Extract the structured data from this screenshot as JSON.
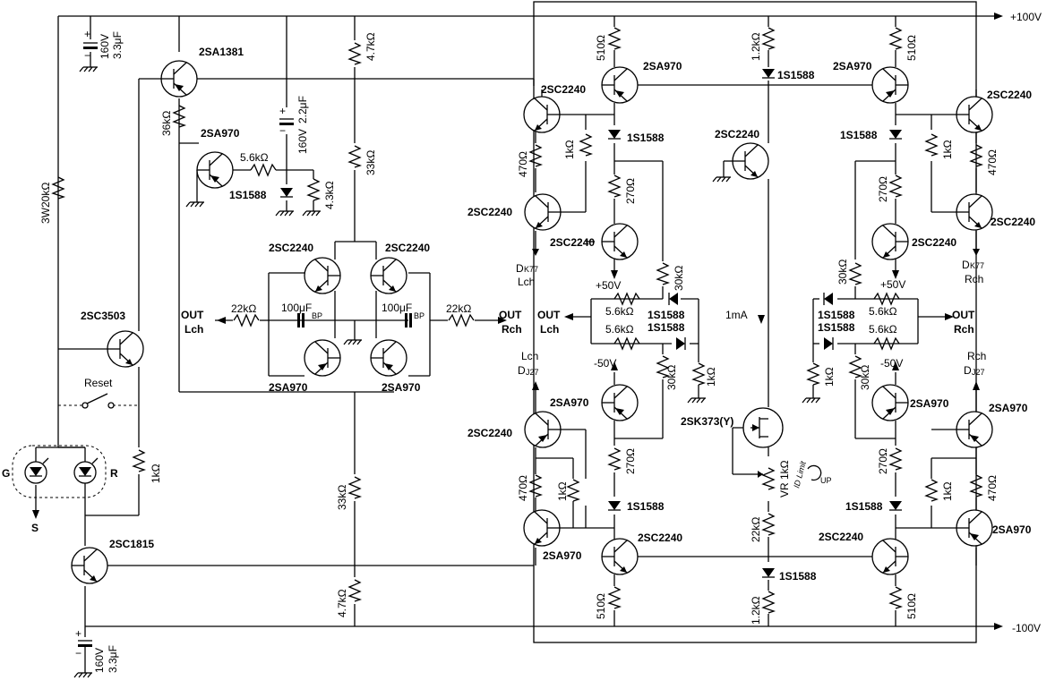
{
  "rails": {
    "pos": "+100V",
    "neg": "-100V",
    "p50": "+50V",
    "n50": "-50V"
  },
  "caps": {
    "top_rating": "160V",
    "top_value": "3.3μF",
    "bot_rating": "160V",
    "bot_value": "3.3μF",
    "mid_rating": "160V",
    "mid_value": "2.2μF",
    "bp_left": "100μF",
    "bp_right": "100μF",
    "bp_tag": "BP"
  },
  "transistors": [
    "2SA1381",
    "2SA970",
    "2SC2240",
    "2SC2240",
    "2SA970",
    "2SA970",
    "2SC3503",
    "2SC1815",
    "2SA970",
    "2SC2240",
    "2SC2240",
    "2SC2240",
    "2SA970",
    "2SC2240",
    "2SA970",
    "2SA970",
    "2SC2240",
    "2SC2240",
    "2SA970",
    "2SC2240",
    "2SC2240",
    "2SC2240",
    "2SA970",
    "2SC2240",
    "2SA970",
    "2SK373(Y)"
  ],
  "resistors": {
    "r3w20k": "3W20kΩ",
    "r36k": "36kΩ",
    "r5_6k": "5.6kΩ",
    "r4_3k": "4.3kΩ",
    "r4_7k_top": "4.7kΩ",
    "r33k_top": "33kΩ",
    "r33k_bot": "33kΩ",
    "r4_7k_bot": "4.7kΩ",
    "r22k_l": "22kΩ",
    "r22k_r": "22kΩ",
    "r1k_led": "1kΩ",
    "l510_top": "510Ω",
    "l470_top": "470Ω",
    "l1k_top": "1kΩ",
    "l270_top": "270Ω",
    "l30k_top": "30kΩ",
    "l5_6k_a": "5.6kΩ",
    "l5_6k_b": "5.6kΩ",
    "l30k_bot": "30kΩ",
    "l1k_gnd": "1kΩ",
    "l270_bot": "270Ω",
    "l470_bot": "470Ω",
    "l1k_bot": "1kΩ",
    "l510_bot": "510Ω",
    "c1_2k_top": "1.2kΩ",
    "c_vr": "VR 1kΩ",
    "c_vr_tag": "ID Limit",
    "c22k": "22kΩ",
    "c1_2k_bot": "1.2kΩ",
    "r510_top": "510Ω",
    "r470_top": "470Ω",
    "r1k_top": "1kΩ",
    "r270_top": "270Ω",
    "r30k_top": "30kΩ",
    "r5_6k_a": "5.6kΩ",
    "r5_6k_b": "5.6kΩ",
    "r1k_gnd": "1kΩ",
    "r30k_bot": "30kΩ",
    "r270_bot": "270Ω",
    "r470_bot": "470Ω",
    "r1k_bot": "1kΩ",
    "r510_bot": "510Ω"
  },
  "diodes": "1S1588",
  "labels": {
    "out_lch_a": "OUT",
    "out_lch_b": "Lch",
    "out_rch_a": "OUT",
    "out_rch_b": "Rch",
    "reset": "Reset",
    "led_g": "G",
    "led_r": "R",
    "led_s": "S",
    "dk77": "D",
    "dk77_sub": "K77",
    "dj27": "D",
    "dj27_sub": "J27",
    "lch": "Lch",
    "rch": "Rch",
    "one_ma": "1mA",
    "up": "UP"
  }
}
